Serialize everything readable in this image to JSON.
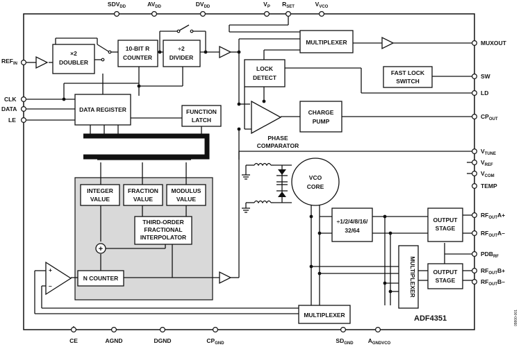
{
  "part_number": "ADF4351",
  "figure_code": "09800-001",
  "pins": {
    "top": [
      {
        "id": "sdvdd",
        "main": "SDV",
        "sub": "DD"
      },
      {
        "id": "avdd",
        "main": "AV",
        "sub": "DD"
      },
      {
        "id": "dvdd",
        "main": "DV",
        "sub": "DD"
      },
      {
        "id": "vp",
        "main": "V",
        "sub": "P"
      },
      {
        "id": "rset",
        "main": "R",
        "sub": "SET"
      },
      {
        "id": "vvco",
        "main": "V",
        "sub": "VCO"
      }
    ],
    "left": [
      {
        "id": "refin",
        "main": "REF",
        "sub": "IN"
      },
      {
        "id": "clk",
        "main": "CLK",
        "sub": ""
      },
      {
        "id": "data",
        "main": "DATA",
        "sub": ""
      },
      {
        "id": "le",
        "main": "LE",
        "sub": ""
      }
    ],
    "right": [
      {
        "id": "muxout",
        "main": "MUXOUT",
        "sub": ""
      },
      {
        "id": "sw",
        "main": "SW",
        "sub": ""
      },
      {
        "id": "ld",
        "main": "LD",
        "sub": ""
      },
      {
        "id": "cpout",
        "main": "CP",
        "sub": "OUT"
      },
      {
        "id": "vtune",
        "main": "V",
        "sub": "TUNE"
      },
      {
        "id": "vref",
        "main": "V",
        "sub": "REF"
      },
      {
        "id": "vcom",
        "main": "V",
        "sub": "COM"
      },
      {
        "id": "temp",
        "main": "TEMP",
        "sub": ""
      },
      {
        "id": "rfoutap",
        "main": "RF",
        "sub": "OUT",
        "suffix": "A+"
      },
      {
        "id": "rfoutam",
        "main": "RF",
        "sub": "OUT",
        "suffix": "A–"
      },
      {
        "id": "pdbrf",
        "main": "PDB",
        "sub": "RF"
      },
      {
        "id": "rfoutbp",
        "main": "RF",
        "sub": "OUT",
        "suffix": "B+"
      },
      {
        "id": "rfoutbm",
        "main": "RF",
        "sub": "OUT",
        "suffix": "B–"
      }
    ],
    "bottom": [
      {
        "id": "ce",
        "main": "CE",
        "sub": ""
      },
      {
        "id": "agnd",
        "main": "AGND",
        "sub": ""
      },
      {
        "id": "dgnd",
        "main": "DGND",
        "sub": ""
      },
      {
        "id": "cpgnd",
        "main": "CP",
        "sub": "GND"
      },
      {
        "id": "sdgnd",
        "main": "SD",
        "sub": "GND"
      },
      {
        "id": "agndvco",
        "main": "A",
        "sub": "GNDVCO"
      }
    ]
  },
  "blocks": {
    "doubler": [
      "×2",
      "DOUBLER"
    ],
    "r_counter": [
      "10-BIT R",
      "COUNTER"
    ],
    "divider": [
      "÷2",
      "DIVIDER"
    ],
    "multiplexer_top": "MULTIPLEXER",
    "lock_detect": [
      "LOCK",
      "DETECT"
    ],
    "fast_lock_switch": [
      "FAST LOCK",
      "SWITCH"
    ],
    "data_register": "DATA REGISTER",
    "function_latch": [
      "FUNCTION",
      "LATCH"
    ],
    "charge_pump": [
      "CHARGE",
      "PUMP"
    ],
    "phase_comparator": [
      "PHASE",
      "COMPARATOR"
    ],
    "vco_core": [
      "VCO",
      "CORE"
    ],
    "integer_value": [
      "INTEGER",
      "VALUE"
    ],
    "fraction_value": [
      "FRACTION",
      "VALUE"
    ],
    "modulus_value": [
      "MODULUS",
      "VALUE"
    ],
    "third_order_interpolator": [
      "THIRD-ORDER",
      "FRACTIONAL",
      "INTERPOLATOR"
    ],
    "n_counter": "N COUNTER",
    "output_divider": [
      "÷1/2/4/8/16/",
      "32/64"
    ],
    "output_stage_a": [
      "OUTPUT",
      "STAGE"
    ],
    "output_stage_b": [
      "OUTPUT",
      "STAGE"
    ],
    "multiplexer_vertical": "MULTIPLEXER",
    "multiplexer_bottom": "MULTIPLEXER"
  },
  "summer_symbol": "+",
  "amp_signs": {
    "plus": "+",
    "minus": "–"
  }
}
